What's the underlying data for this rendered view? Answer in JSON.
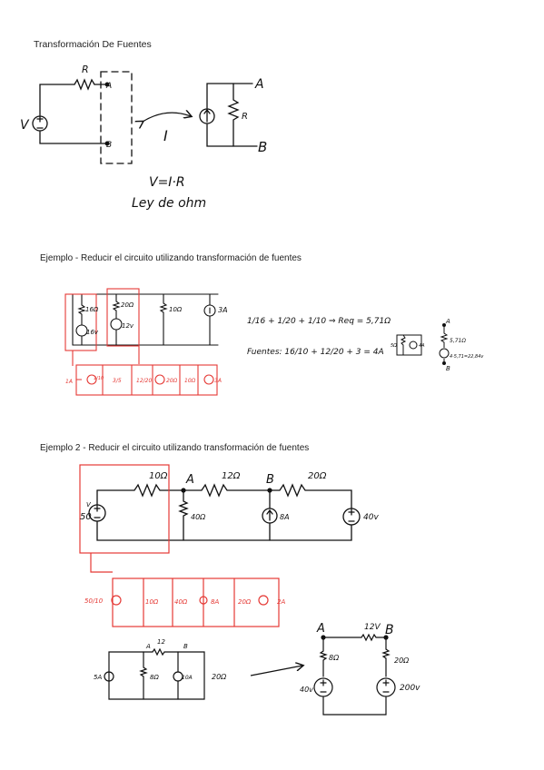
{
  "page": {
    "title": "Transformación De Fuentes",
    "example1_heading": "Ejemplo - Reducir el circuito utilizando transformación de fuentes",
    "example2_heading": "Ejemplo 2  - Reducir el circuito utilizando transformación de fuentes"
  },
  "intro": {
    "label_R": "R",
    "label_A_left": "A",
    "label_B_left": "B",
    "label_V": "V",
    "arrow_label": "I",
    "label_A_right": "A",
    "label_R_right": "R",
    "label_B_right": "B",
    "formula": "V=I·R",
    "law": "Ley de ohm"
  },
  "example1": {
    "r1": "16Ω",
    "v1": "16v",
    "r2": "20Ω",
    "v2": "12v",
    "r3": "10Ω",
    "i1": "3A",
    "red_labels": [
      "1A",
      "1/10",
      "3/5",
      "12/20",
      "20Ω",
      "10Ω",
      "3A"
    ],
    "req_eq": "1/16 + 1/20 + 1/10 ⇒ Req = 5,71Ω",
    "source_eq": "Fuentes: 16/10 + 12/20 + 3 = 4A",
    "box_r": "5Ω",
    "box_i": "4A",
    "chain_A": "A",
    "chain_r": "5,71Ω",
    "chain_v": "4·5,71=22,84v",
    "chain_B": "B"
  },
  "example2": {
    "r_top1": "10Ω",
    "label_A": "A",
    "r_top2": "12Ω",
    "label_B": "B",
    "r_top3": "20Ω",
    "v_left": "50",
    "v_left_label": "V",
    "r_vert": "40Ω",
    "i_mid": "8A",
    "v_right": "40v",
    "red_frac": "50/10",
    "red_r1": "10Ω",
    "red_r2": "40Ω",
    "red_i": "8A",
    "red_r3": "20Ω",
    "red_i2": "2A",
    "b_left": "5A",
    "b_A": "A",
    "b_12": "12",
    "b_B": "B",
    "b_8": "8Ω",
    "b_10": "10A",
    "b_20": "20Ω",
    "c_A": "A",
    "c_12": "12V",
    "c_B": "B",
    "c_8": "8Ω",
    "c_20": "20Ω",
    "c_40": "40v",
    "c_200": "200v"
  }
}
